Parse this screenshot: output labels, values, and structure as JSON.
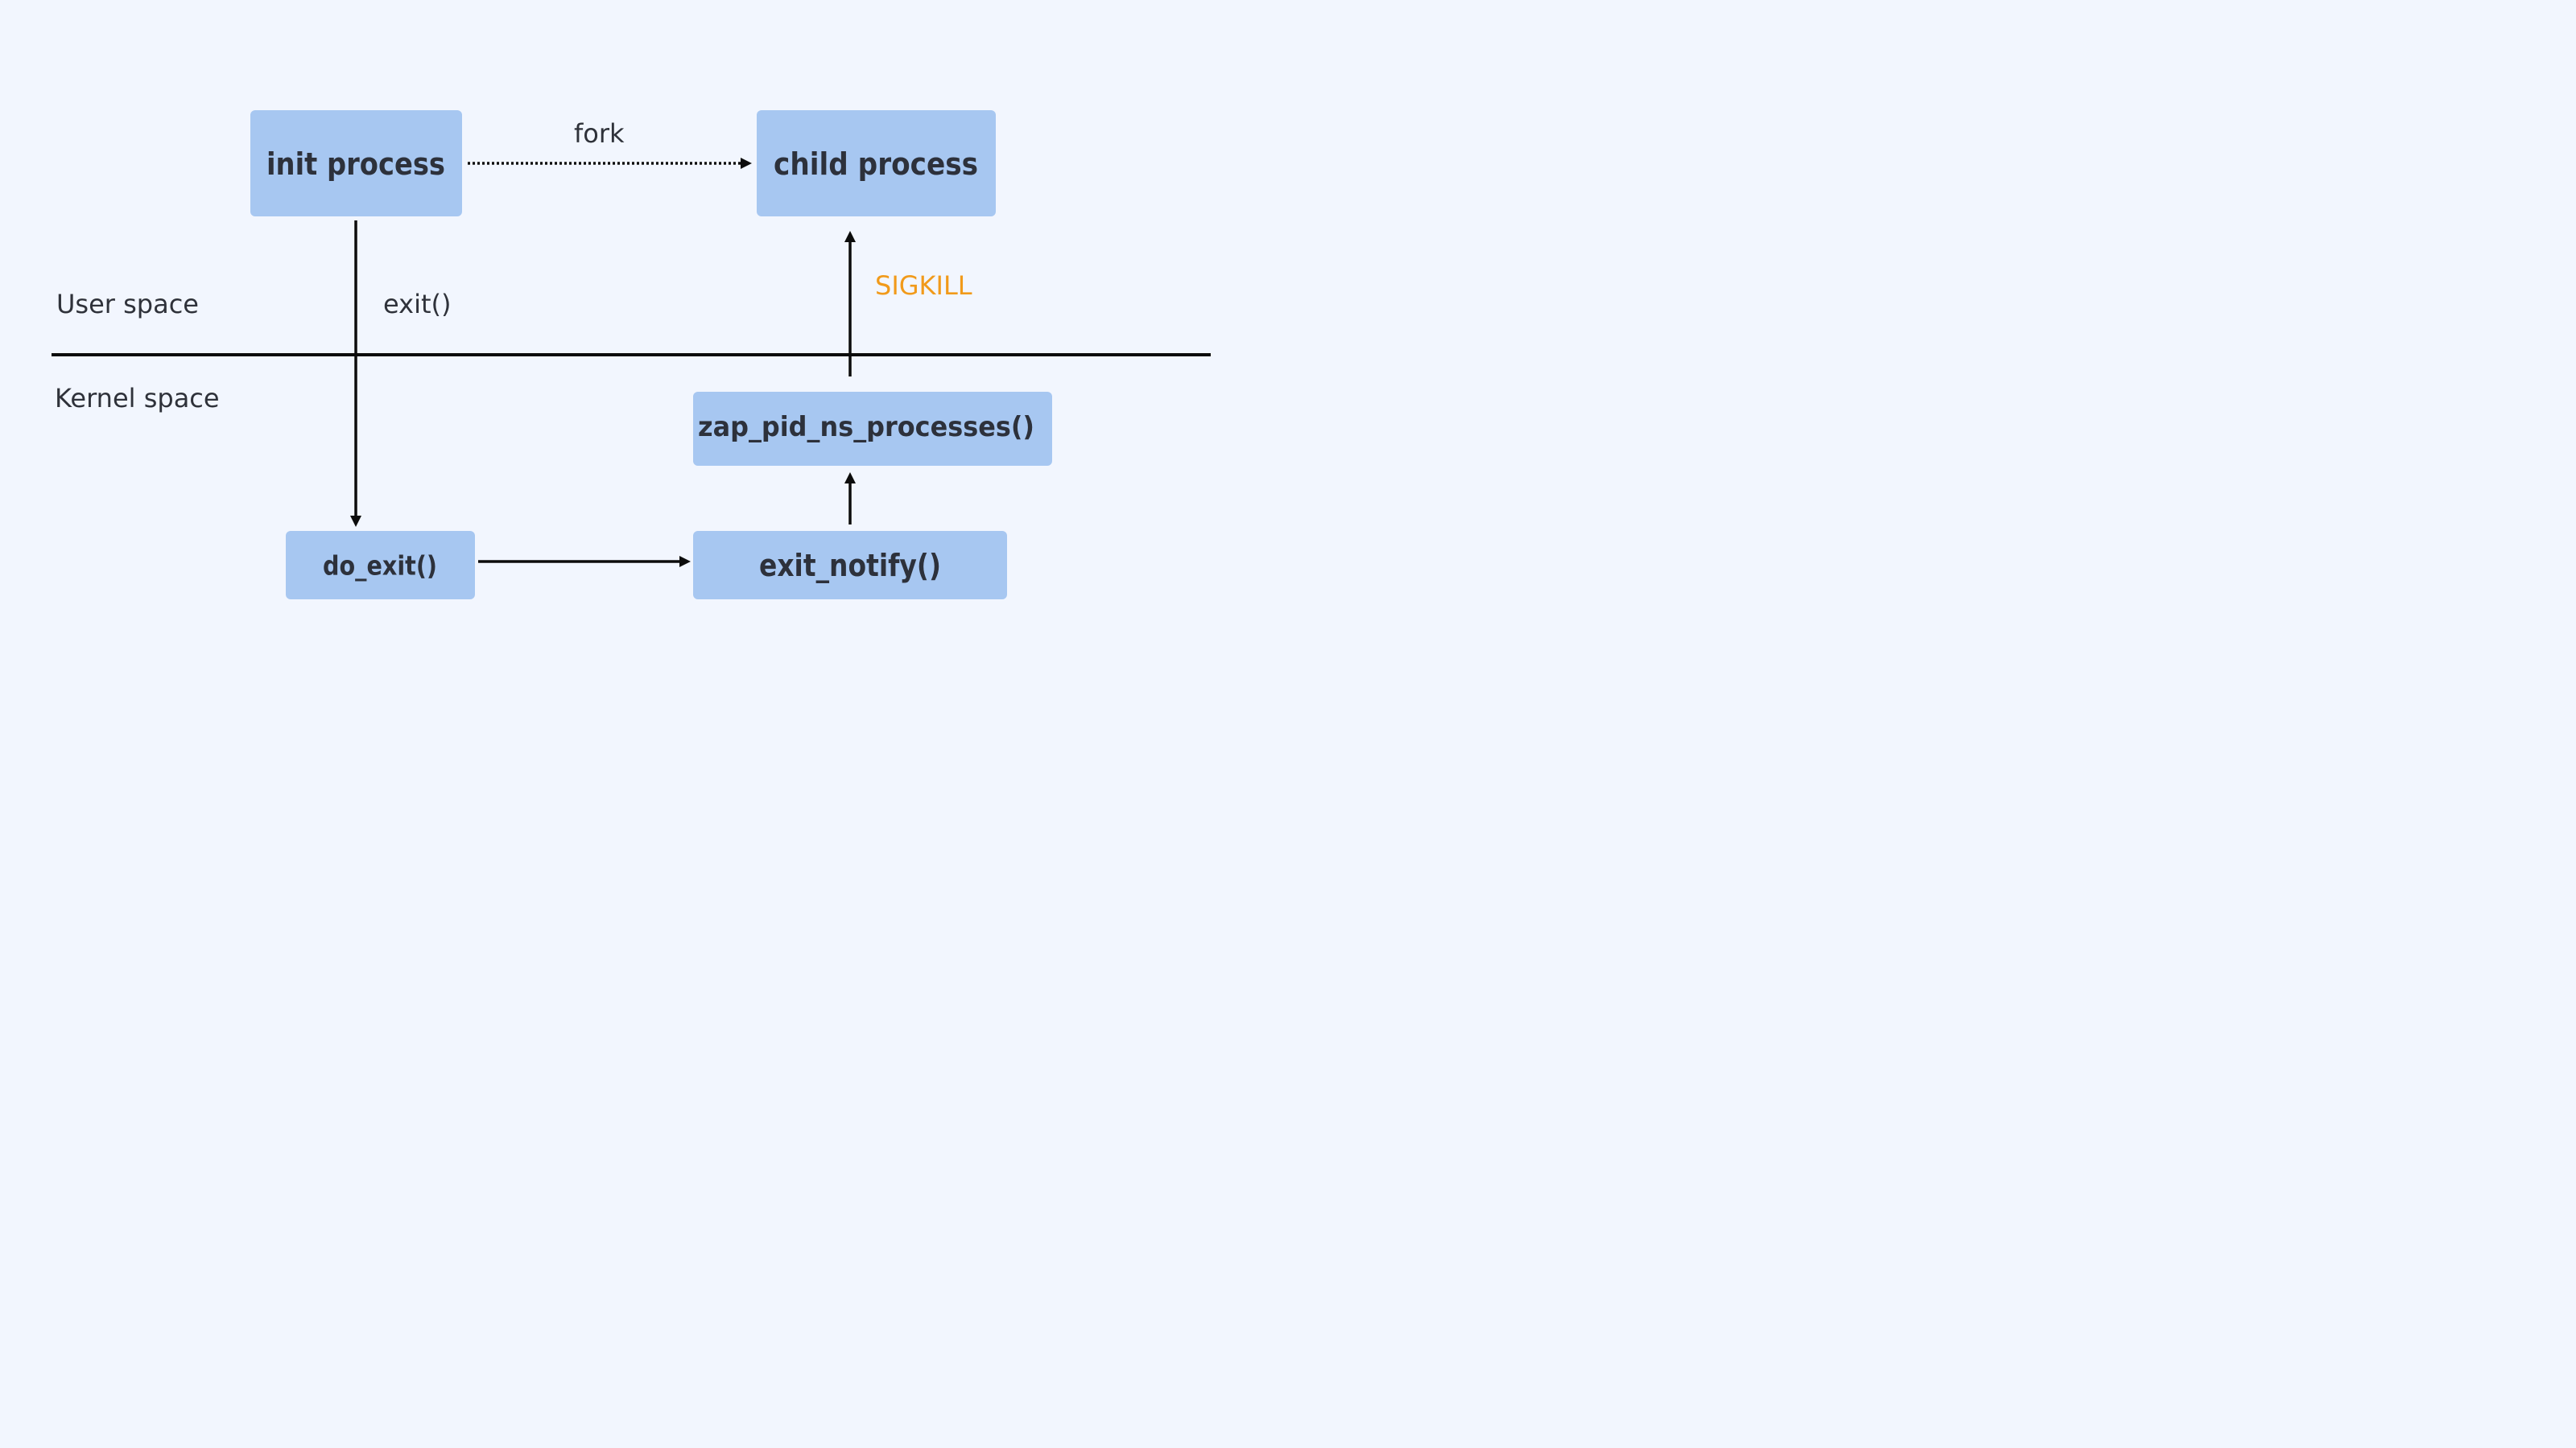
{
  "regions": {
    "user_space": "User space",
    "kernel_space": "Kernel space"
  },
  "nodes": {
    "init_process": "init process",
    "child_process": "child process",
    "zap_pid": "zap_pid_ns_processes()",
    "do_exit": "do_exit()",
    "exit_notify": "exit_notify()"
  },
  "edges": {
    "fork": "fork",
    "exit_call": "exit()",
    "sigkill": "SIGKILL"
  },
  "colors": {
    "background": "#f2f6fe",
    "node_fill": "#a7c7f1",
    "line": "#0c0c0c",
    "signal": "#f19a1a"
  }
}
